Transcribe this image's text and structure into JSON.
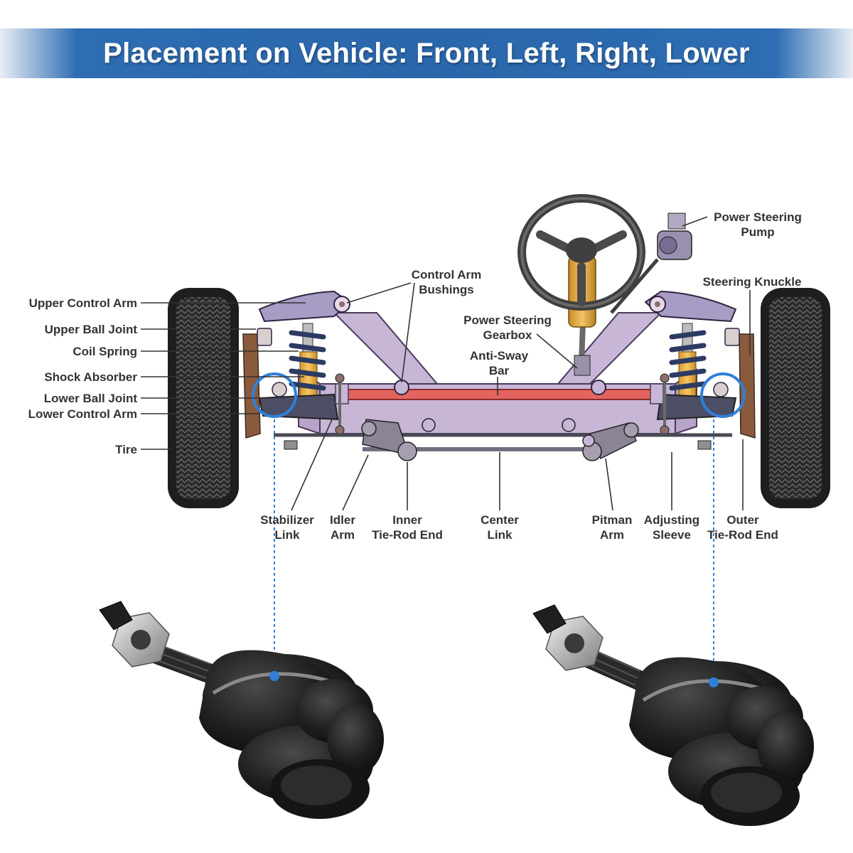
{
  "title": "Placement on Vehicle: Front, Left, Right, Lower",
  "colors": {
    "banner": "#2a66aa",
    "highlight": "#2f7fd9",
    "frame": "#c7b6d6",
    "anti_sway_bar": "#e3645f",
    "coil_spring": "#2d3b63",
    "shock": "#f1b64a",
    "tire": "#1e1e1e",
    "ball_joint": "#1c1c1c"
  },
  "labels": {
    "upper_control_arm": "Upper Control Arm",
    "upper_ball_joint": "Upper Ball Joint",
    "coil_spring": "Coil Spring",
    "shock_absorber": "Shock Absorber",
    "lower_ball_joint": "Lower Ball Joint",
    "lower_control_arm": "Lower Control Arm",
    "tire": "Tire",
    "control_arm_bushings": [
      "Control Arm",
      "Bushings"
    ],
    "power_steering_gearbox": [
      "Power Steering",
      "Gearbox"
    ],
    "anti_sway_bar": [
      "Anti-Sway",
      "Bar"
    ],
    "power_steering_pump": [
      "Power Steering",
      "Pump"
    ],
    "steering_knuckle": "Steering Knuckle",
    "stabilizer_link": [
      "Stabilizer",
      "Link"
    ],
    "idler_arm": [
      "Idler",
      "Arm"
    ],
    "inner_tie_rod_end": [
      "Inner",
      "Tie-Rod End"
    ],
    "center_link": [
      "Center",
      "Link"
    ],
    "pitman_arm": [
      "Pitman",
      "Arm"
    ],
    "adjusting_sleeve": [
      "Adjusting",
      "Sleeve"
    ],
    "outer_tie_rod_end": [
      "Outer",
      "Tie-Rod End"
    ]
  },
  "icons": [
    "steering-wheel-icon",
    "ball-joint-icon",
    "tire-icon"
  ]
}
